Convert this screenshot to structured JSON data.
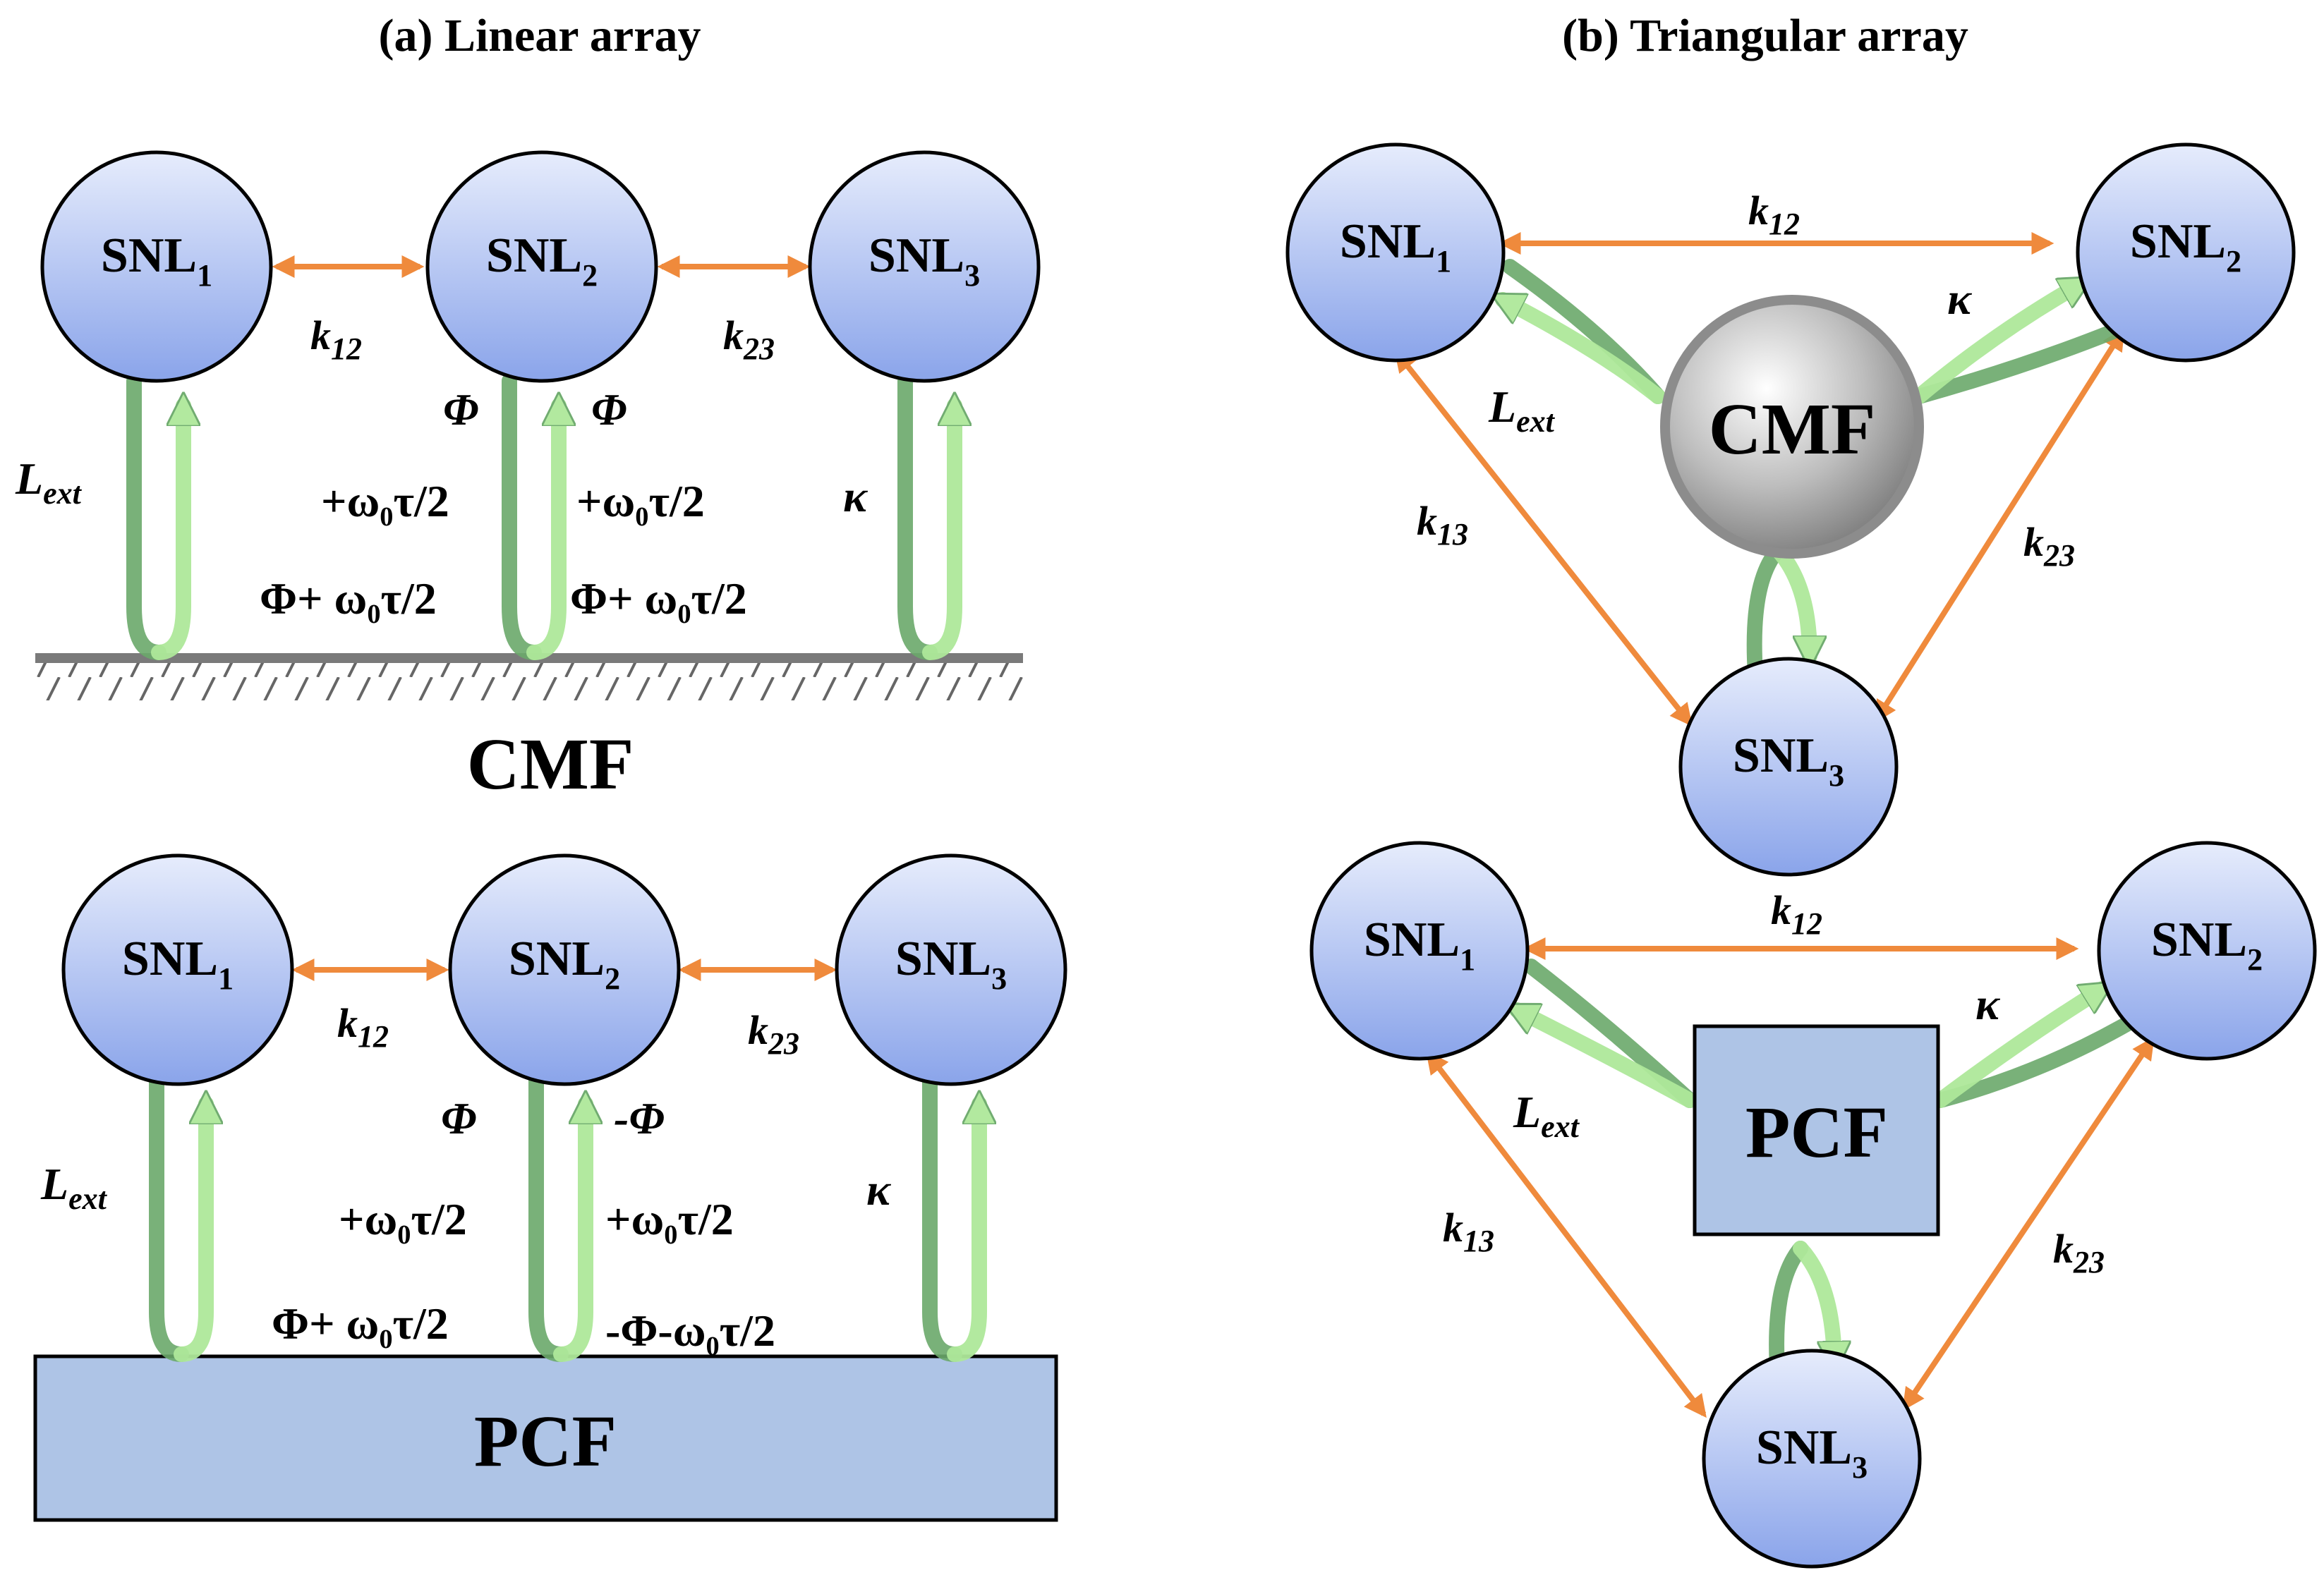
{
  "panel_a": {
    "title": "(a) Linear array",
    "node_prefix": "SNL",
    "top": {
      "nodes": [
        "1",
        "2",
        "3"
      ],
      "k12": "12",
      "k23": "23",
      "lext": "ext",
      "kappa": "κ",
      "phi_left": "Φ",
      "phi_right": "Φ",
      "mid_left": "+ω₀τ/2",
      "mid_right": "+ω₀τ/2",
      "bot_left": "Φ+ ω₀τ/2",
      "bot_right": "Φ+ ω₀τ/2",
      "label": "CMF"
    },
    "bottom": {
      "nodes": [
        "1",
        "2",
        "3"
      ],
      "k12": "12",
      "k23": "23",
      "lext": "ext",
      "kappa": "κ",
      "phi_left": "Φ",
      "phi_right": "-Φ",
      "mid_left": "+ω₀τ/2",
      "mid_right": "+ω₀τ/2",
      "bot_left": "Φ+ ω₀τ/2",
      "bot_right": "-Φ-ω₀τ/2",
      "label": "PCF"
    }
  },
  "panel_b": {
    "title": "(b) Triangular array",
    "top": {
      "nodes": [
        "1",
        "2",
        "3"
      ],
      "k12": "12",
      "k13": "13",
      "k23": "23",
      "lext": "ext",
      "kappa": "κ",
      "center": "CMF"
    },
    "bottom": {
      "nodes": [
        "1",
        "2",
        "3"
      ],
      "k12": "12",
      "k13": "13",
      "k23": "23",
      "lext": "ext",
      "kappa": "κ",
      "center": "PCF"
    }
  },
  "colors": {
    "node_fill_light": "#e6ecfc",
    "node_fill_dark": "#8aa4ea",
    "coupling_arrow": "#ef8a3c",
    "feedback_dark": "#6aa86a",
    "feedback_light": "#aee89a",
    "pcf_fill": "#aec4e6",
    "cmf_sphere": "#8c8c8c"
  }
}
